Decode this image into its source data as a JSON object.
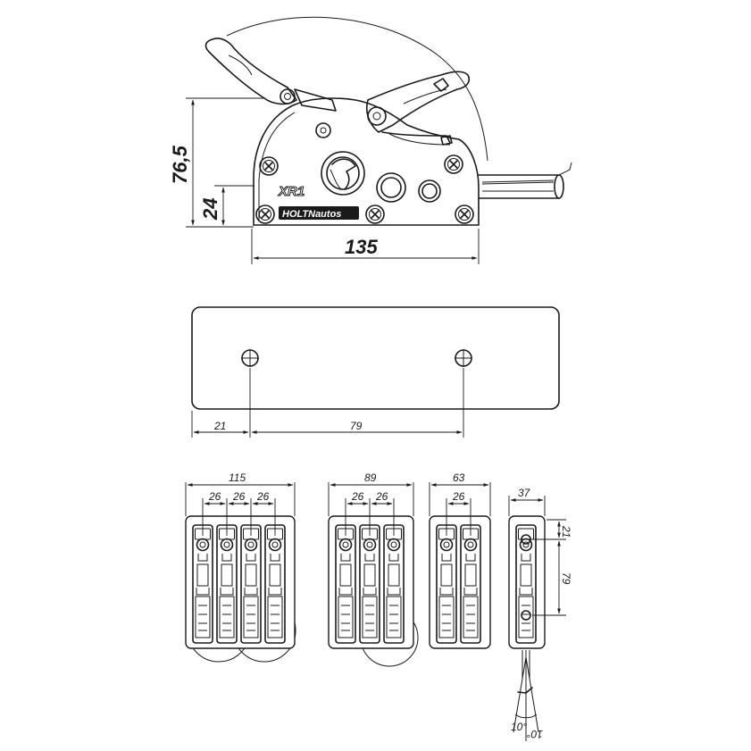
{
  "side_view": {
    "model_label": "XR1",
    "brand_label": "HOLTNautos",
    "dim_total_height": "76,5",
    "dim_base_height": "24",
    "dim_length": "135"
  },
  "base_plate": {
    "dim_hole_offset": "21",
    "dim_hole_spacing": "79"
  },
  "top_views": {
    "quad": {
      "width": "115",
      "pitch_1": "26",
      "pitch_2": "26",
      "pitch_3": "26"
    },
    "triple": {
      "width": "89",
      "pitch_1": "26",
      "pitch_2": "26"
    },
    "double": {
      "width": "63",
      "pitch_1": "26"
    },
    "single": {
      "width": "37",
      "dim_hole_offset": "21",
      "dim_hole_spacing": "79"
    }
  },
  "angles": {
    "left": "10°",
    "right": "10°"
  }
}
